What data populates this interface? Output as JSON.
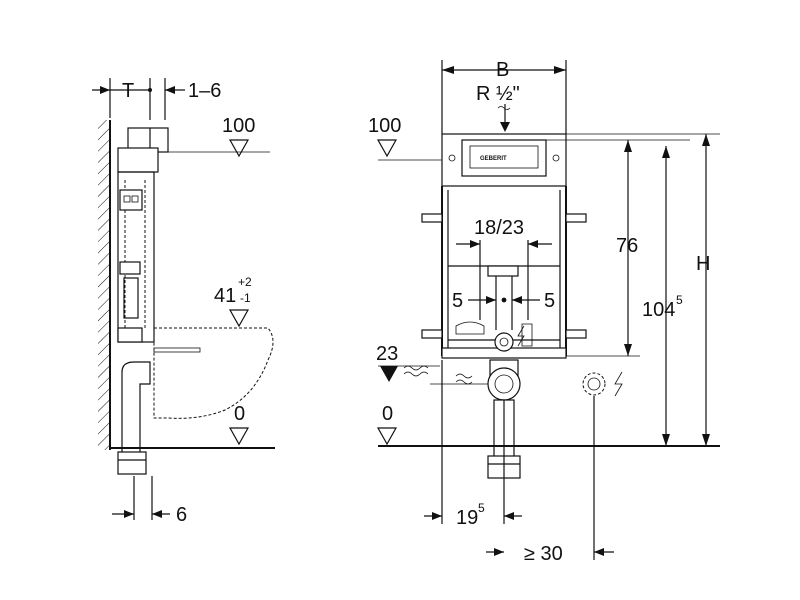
{
  "side_view": {
    "depth_label": "T",
    "adjust_label": "1–6",
    "top_level": "100",
    "seat_level_main": "41",
    "seat_level_sup": "+2",
    "seat_level_sub": "-1",
    "floor_level": "0",
    "bottom_offset": "6"
  },
  "front_view": {
    "width_label": "B",
    "supply_label": "R ½\"",
    "top_level": "100",
    "spacing": "18/23",
    "left_offset": "5",
    "right_offset": "5",
    "height_76": "76",
    "height_104_main": "104",
    "height_104_sup": "5",
    "height_total": "H",
    "drain_level": "23",
    "floor_level": "0",
    "offset_bottom_main": "19",
    "offset_bottom_sup": "5",
    "min_distance": "≥ 30",
    "logo": "GEBERIT"
  },
  "icons": {
    "electric": "electric-bolt-icon",
    "water": "water-wave-icon",
    "level": "level-triangle-icon"
  }
}
